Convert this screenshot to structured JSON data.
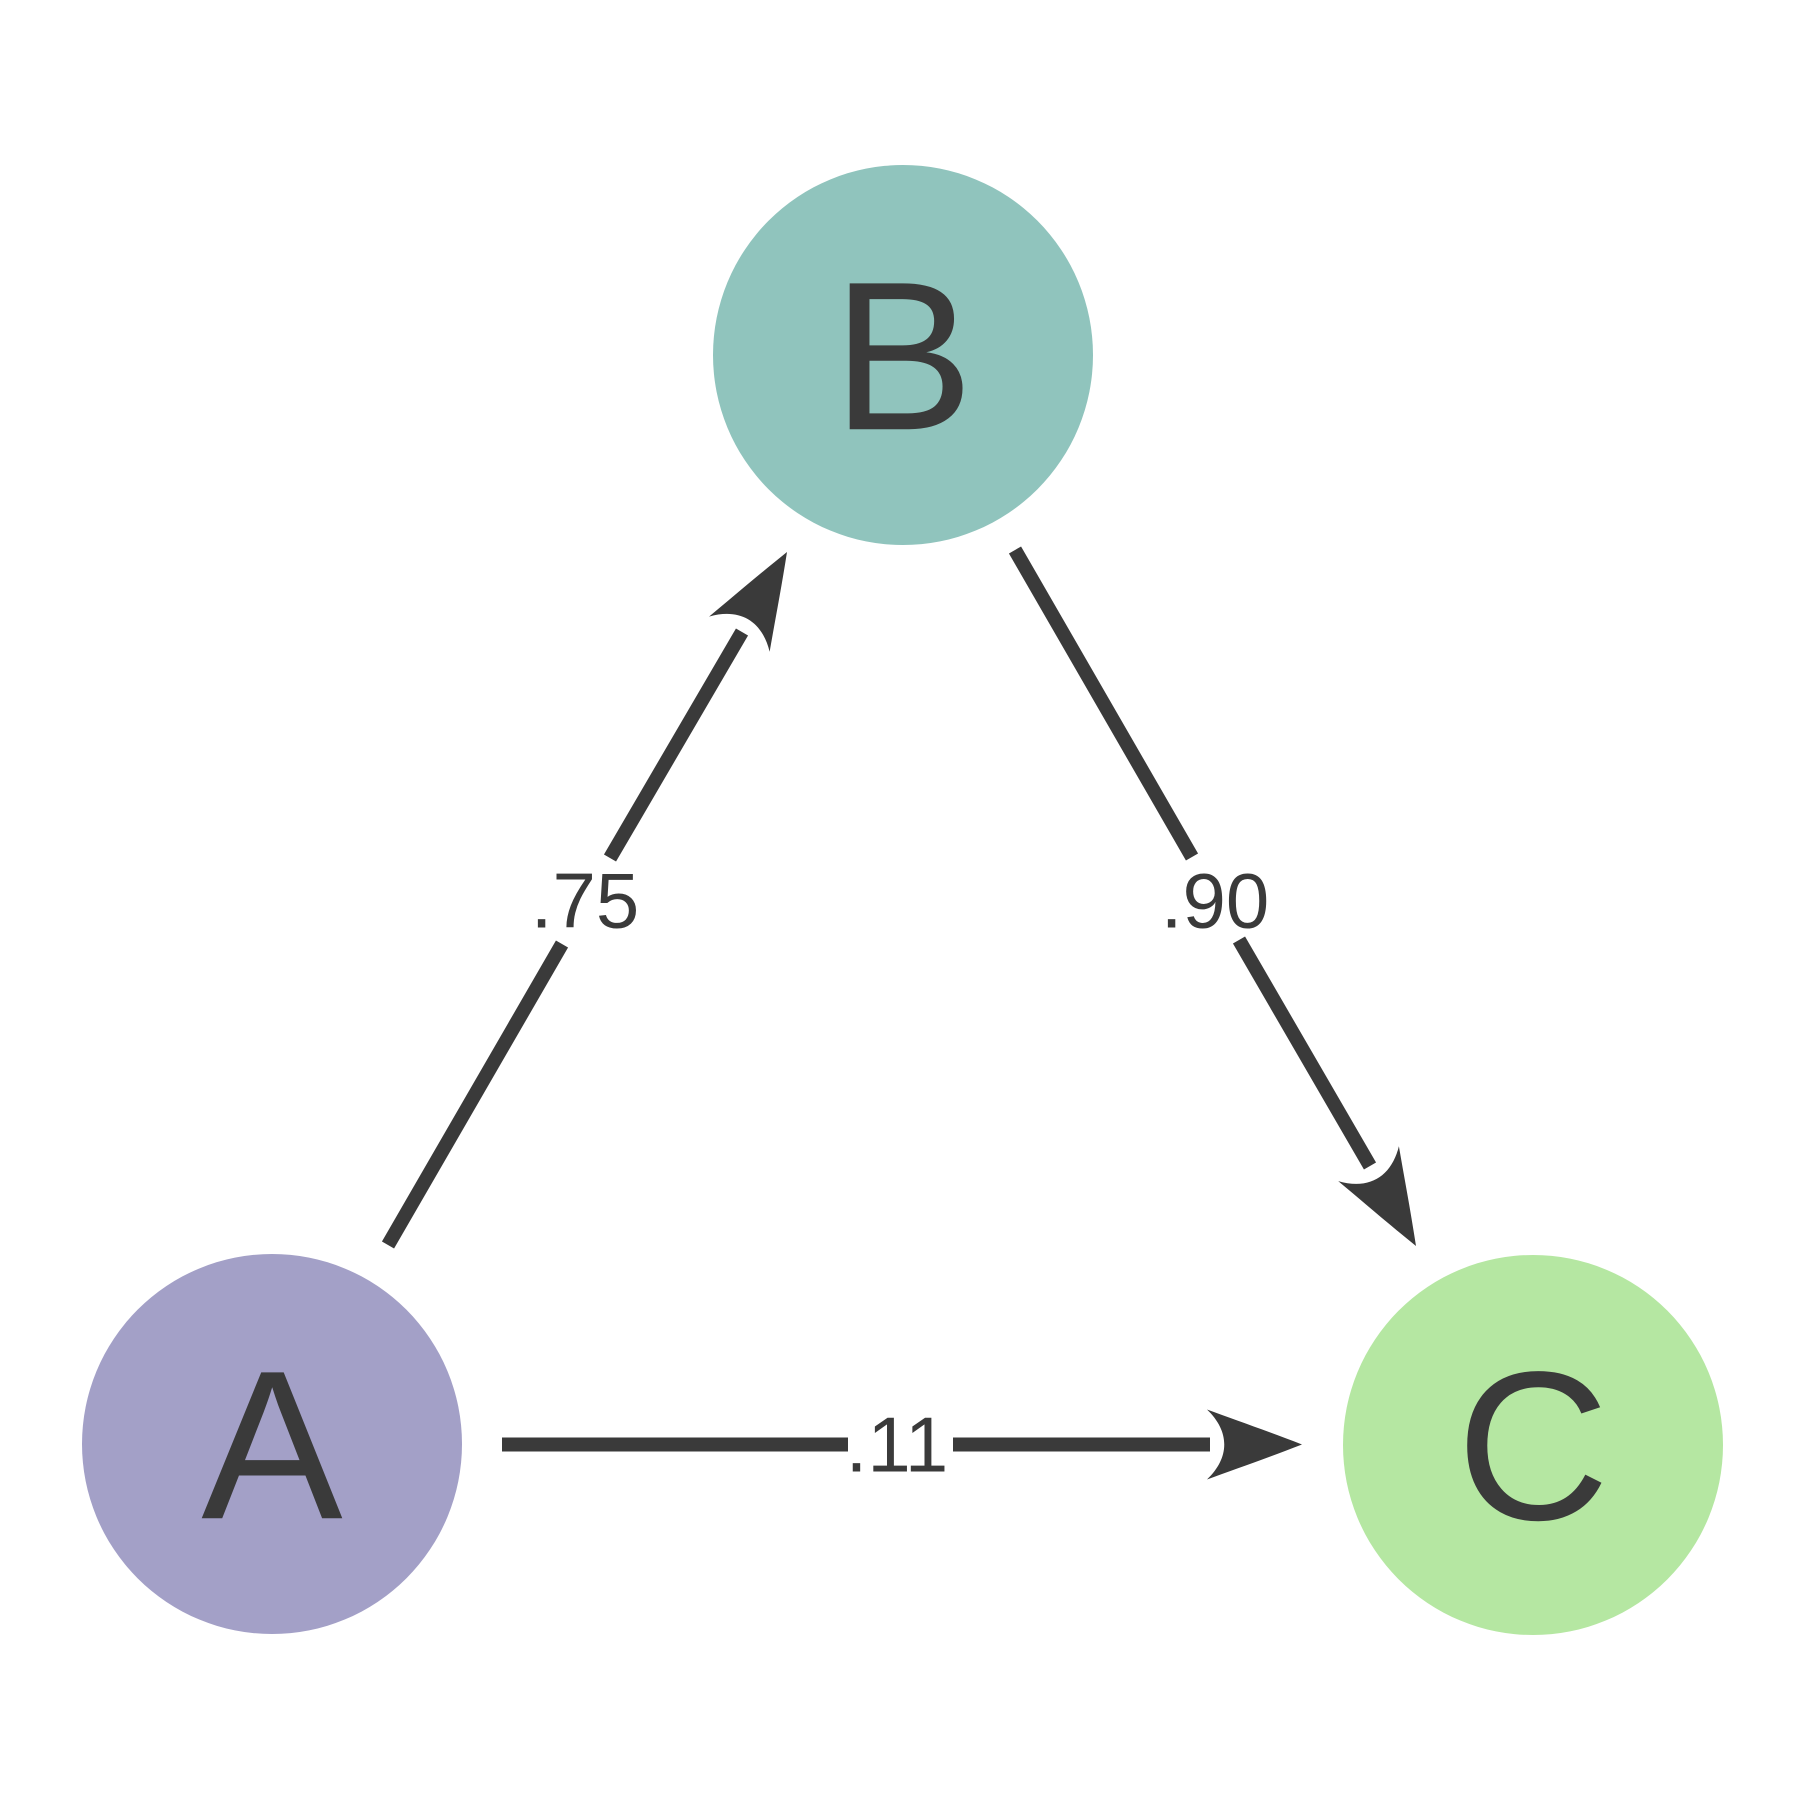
{
  "diagram": {
    "background_color": "#ffffff",
    "edge_color": "#3a3a3a",
    "label_color": "#3a3a3a",
    "nodes": [
      {
        "id": "A",
        "label": "A",
        "color": "#a3a0c7"
      },
      {
        "id": "B",
        "label": "B",
        "color": "#90c4bd"
      },
      {
        "id": "C",
        "label": "C",
        "color": "#b5e7a2"
      }
    ],
    "edges": [
      {
        "from": "A",
        "to": "B",
        "weight": ".75"
      },
      {
        "from": "B",
        "to": "C",
        "weight": ".90"
      },
      {
        "from": "A",
        "to": "C",
        "weight": ".11"
      }
    ]
  }
}
